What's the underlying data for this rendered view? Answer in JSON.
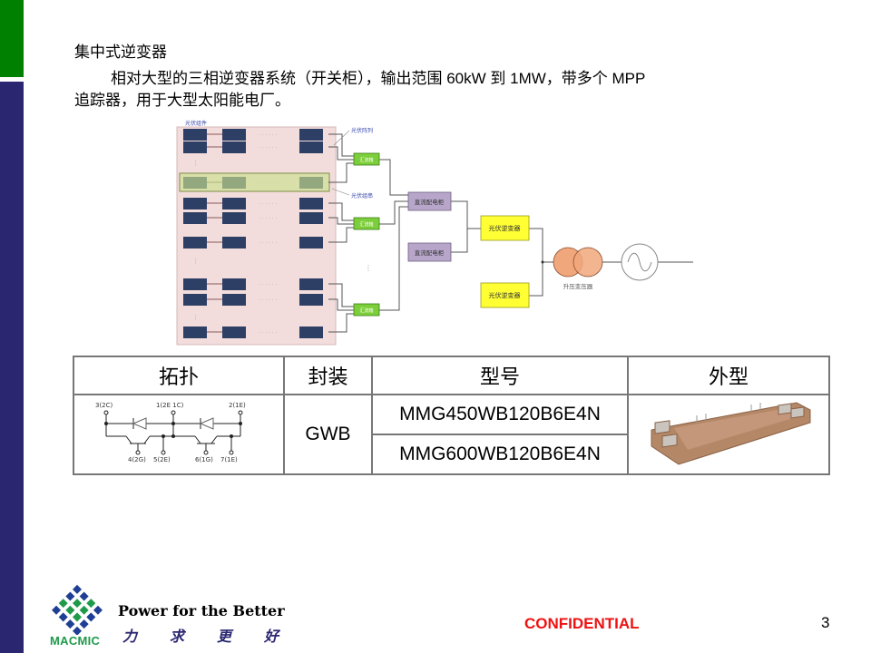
{
  "slide": {
    "heading": "集中式逆变器",
    "paragraph_line1": "相对大型的三相逆变器系统（开关柜），输出范围  60kW 到 1MW，带多个 MPP",
    "paragraph_line2": "追踪器，用于大型太阳能电厂。",
    "page_number": "3"
  },
  "diagram": {
    "labels": {
      "pv_module": "光伏组件",
      "pv_array": "光伏阵列",
      "pv_string": "光伏组串",
      "combiner_box": "汇流箱",
      "dc_cabinet": "直流配电柜",
      "pv_inverter": "光伏逆变器",
      "transformer": "升压变压器"
    },
    "colors": {
      "panel_bg": "#f3dcdc",
      "module": "#2e3f66",
      "combiner": "#7ccf3a",
      "dc_cabinet": "#b7a6c9",
      "inverter": "#ffff33",
      "transformer": "#f1a77c"
    }
  },
  "table": {
    "headers": [
      "拓扑",
      "封装",
      "型号",
      "外型"
    ],
    "package": "GWB",
    "models": [
      "MMG450WB120B6E4N",
      "MMG600WB120B6E4N"
    ],
    "topology_pins": {
      "p1": "3(2C)",
      "p2": "1(2E 1C)",
      "p3": "2(1E)",
      "p4": "4(2G)",
      "p5": "5(2E)",
      "p6": "6(1G)",
      "p7": "7(1E)"
    }
  },
  "footer": {
    "logo_text": "MACMIC",
    "slogan_en": "Power for the Better",
    "slogan_cn": [
      "力",
      "求",
      "更",
      "好"
    ],
    "confidential": "CONFIDENTIAL"
  },
  "colors": {
    "green_bar": "#008000",
    "blue_bar": "#2a2670",
    "confidential": "#ee1111",
    "logo_green": "#1f9a4a",
    "logo_blue": "#1f3f94"
  }
}
